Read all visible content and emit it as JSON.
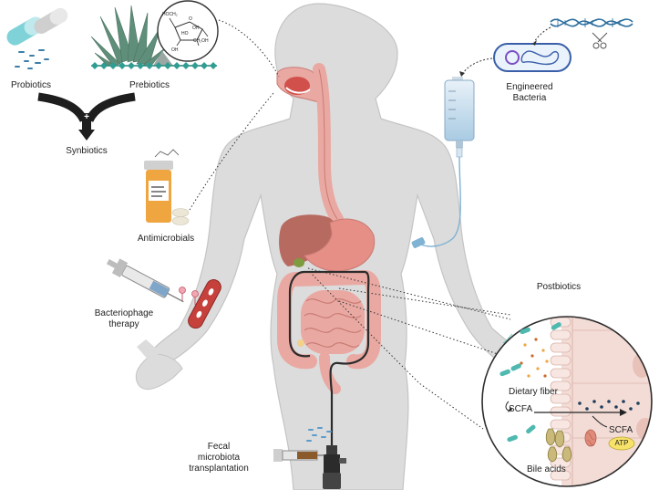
{
  "labels": {
    "probiotics": "Probiotics",
    "prebiotics": "Prebiotics",
    "synbiotics": "Synbiotics",
    "antimicrobials": "Antimicrobials",
    "engineered_bacteria_line1": "Engineered",
    "engineered_bacteria_line2": "Bacteria",
    "bacteriophage_line1": "Bacteriophage",
    "bacteriophage_line2": "therapy",
    "postbiotics": "Postbiotics",
    "fecal_line1": "Fecal",
    "fecal_line2": "microbiota",
    "fecal_line3": "transplantation",
    "dietary_fiber": "Dietary fiber",
    "scfa_left": "SCFA",
    "scfa_right": "SCFA",
    "atp": "ATP",
    "bile_acids": "Bile acids",
    "plus_sign": "+"
  },
  "molecule": {
    "ch2oh_top": "HOCH₂",
    "o_ring": "O",
    "ho": "HO",
    "oh1": "OH",
    "oh2": "OH",
    "ch2oh2": "CH₂OH"
  },
  "colors": {
    "body": "#dcdcdc",
    "body_stroke": "#c4c4c4",
    "gut_pink": "#e9a9a2",
    "gut_dark": "#c97a74",
    "stomach": "#e58f86",
    "liver": "#b76a60",
    "tube": "#2b2b2b",
    "iv_blue": "#9ec3df",
    "pill_orange": "#f0a640",
    "probiotic_teal": "#7fd3d8",
    "agave": "#5f8f7a",
    "villi": "#f3dcd6",
    "atp_yellow": "#f7e36a"
  }
}
